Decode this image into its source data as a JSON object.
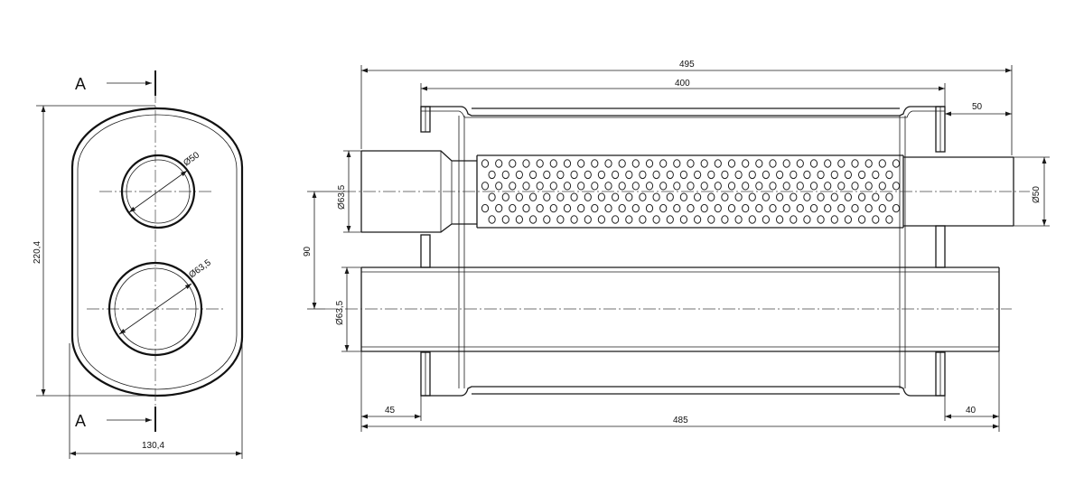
{
  "section": {
    "label": "A"
  },
  "front_view": {
    "height": "220,4",
    "width": "130,4",
    "hole_small": "Ø50",
    "hole_large": "Ø63,5"
  },
  "side_view": {
    "overall_length": "495",
    "body_length": "400",
    "outlet_extension": "50",
    "inlet_diameter": "Ø63,5",
    "outlet_diameter": "Ø50",
    "pipe_spacing": "90",
    "lower_pipe_diameter": "Ø63,5",
    "lower_left_extension": "45",
    "lower_right_extension": "40",
    "lower_pipe_length": "485"
  },
  "perforation": {
    "columns": 31,
    "rows": 6
  }
}
